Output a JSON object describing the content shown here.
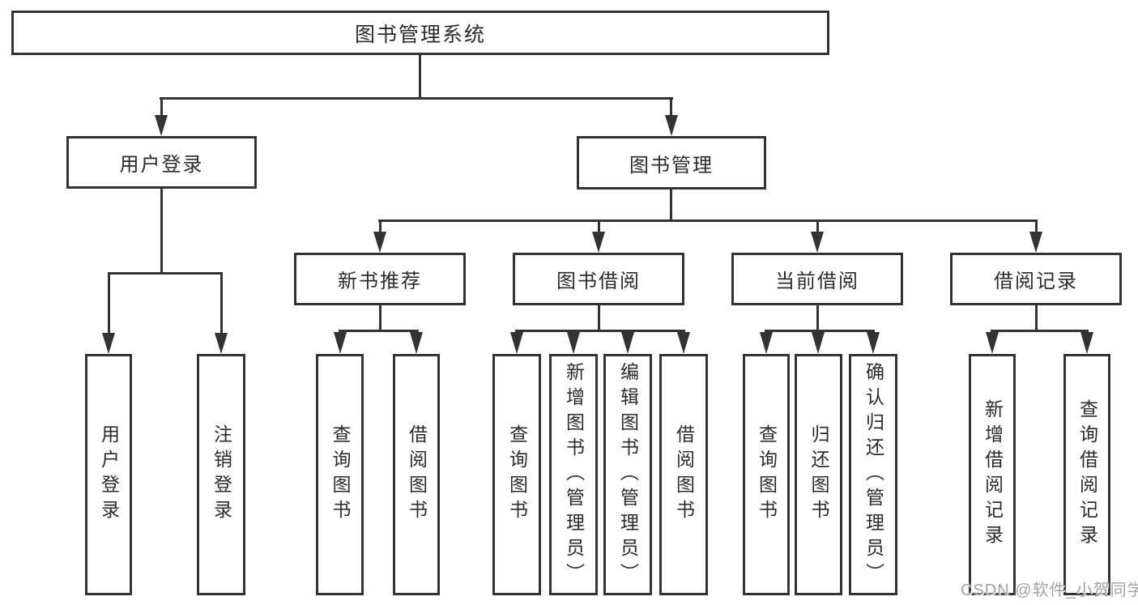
{
  "tree": {
    "label": "图书管理系统",
    "children": [
      {
        "label": "用户登录",
        "children": [
          {
            "label": "用户登录"
          },
          {
            "label": "注销登录"
          }
        ]
      },
      {
        "label": "图书管理",
        "children": [
          {
            "label": "新书推荐",
            "children": [
              {
                "label": "查询图书"
              },
              {
                "label": "借阅图书"
              }
            ]
          },
          {
            "label": "图书借阅",
            "children": [
              {
                "label": "查询图书"
              },
              {
                "label": "新增图书（管理员）"
              },
              {
                "label": "编辑图书（管理员）"
              },
              {
                "label": "借阅图书"
              }
            ]
          },
          {
            "label": "当前借阅",
            "children": [
              {
                "label": "查询图书"
              },
              {
                "label": "归还图书"
              },
              {
                "label": "确认归还（管理员）"
              }
            ]
          },
          {
            "label": "借阅记录",
            "children": [
              {
                "label": "新增借阅记录"
              },
              {
                "label": "查询借阅记录"
              }
            ]
          }
        ]
      }
    ]
  },
  "watermark": {
    "text": "CSDN @软件_小贺同学"
  },
  "colors": {
    "line": "#333333",
    "text": "#2b2b2b",
    "box_background": "#ffffff",
    "page_background": "#ffffff",
    "watermark": "#a3a3a3"
  }
}
